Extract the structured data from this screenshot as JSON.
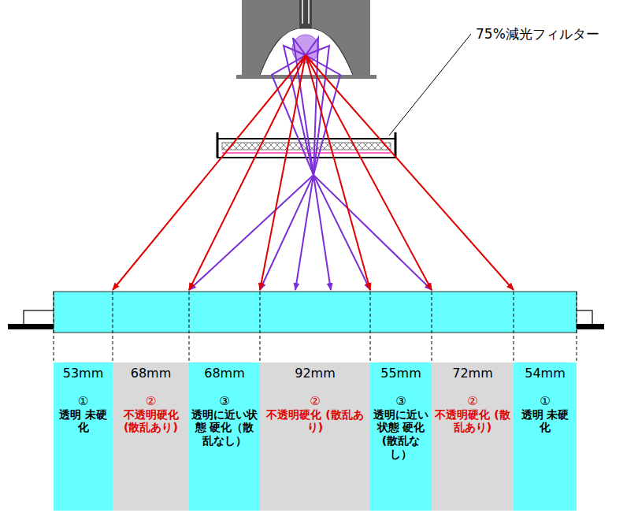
{
  "diagram": {
    "nodes": [
      {
        "text": [
          "53mm",
          "①",
          "透明 未硬化"
        ]
      },
      {
        "text": [
          "68mm",
          "②",
          "不透明硬化 (散乱あり)"
        ]
      },
      {
        "text": [
          "68mm",
          "③",
          "透明に近い状態 硬化（散乱なし）"
        ]
      },
      {
        "text": [
          "92mm",
          "②",
          "不透明硬化 (散乱あり)"
        ]
      },
      {
        "text": [
          "55mm",
          "③",
          "透明に近い状態 硬化(散乱なし）"
        ]
      },
      {
        "text": [
          "72mm",
          "②",
          "不透明硬化 (散乱あり)"
        ]
      },
      {
        "text": [
          "54mm",
          "①",
          "透明 未硬化"
        ]
      }
    ],
    "labels": [
      "75%減光フィルター"
    ]
  }
}
